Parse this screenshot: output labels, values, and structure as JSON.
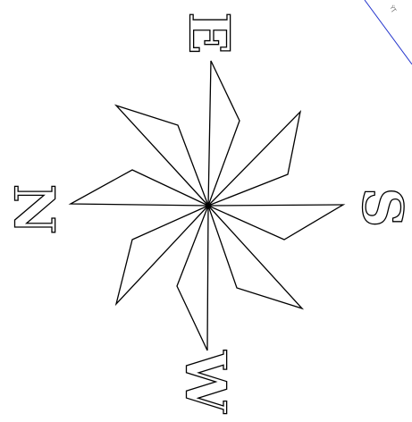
{
  "compass": {
    "labels": {
      "e": "E",
      "s": "S",
      "w": "W",
      "n": "N"
    },
    "line_color": "#000000",
    "corner_fragment": "ŸŢ"
  }
}
